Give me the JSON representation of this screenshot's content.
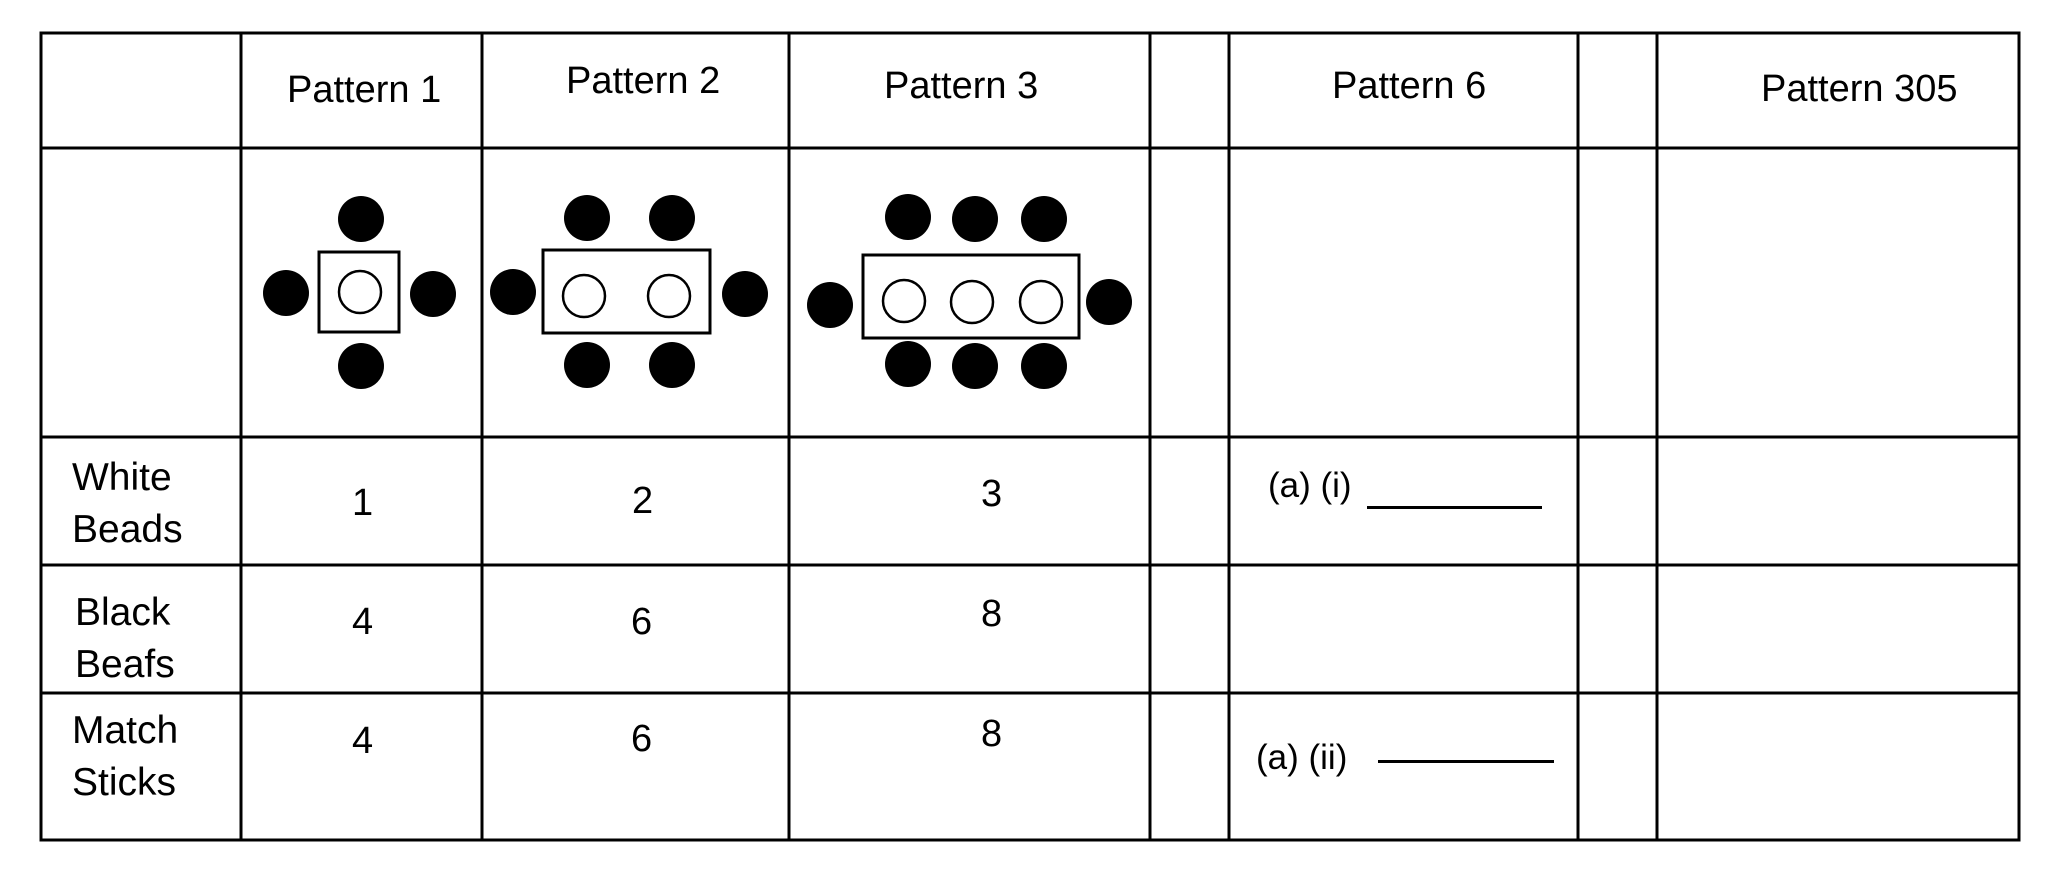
{
  "table": {
    "headers": [
      "",
      "Pattern 1",
      "Pattern 2",
      "Pattern 3",
      "",
      "Pattern 6",
      "",
      "Pattern 305"
    ],
    "rows": [
      {
        "label_line1": "White",
        "label_line2": "Beads",
        "values": [
          "1",
          "2",
          "3"
        ],
        "pattern6": "(a) (i)"
      },
      {
        "label_line1": "Black",
        "label_line2": "Beafs",
        "values": [
          "4",
          "6",
          "8"
        ],
        "pattern6": ""
      },
      {
        "label_line1": "Match",
        "label_line2": "Sticks",
        "values": [
          "4",
          "6",
          "8"
        ],
        "pattern6": "(a) (ii)"
      }
    ]
  },
  "figures": [
    {
      "pattern": "Pattern 1",
      "white_beads": 1,
      "black_beads": 4
    },
    {
      "pattern": "Pattern 2",
      "white_beads": 2,
      "black_beads": 6
    },
    {
      "pattern": "Pattern 3",
      "white_beads": 3,
      "black_beads": 8
    }
  ],
  "colors": {
    "line": "#000000",
    "black_bead": "#000000",
    "white_bead": "#ffffff"
  }
}
